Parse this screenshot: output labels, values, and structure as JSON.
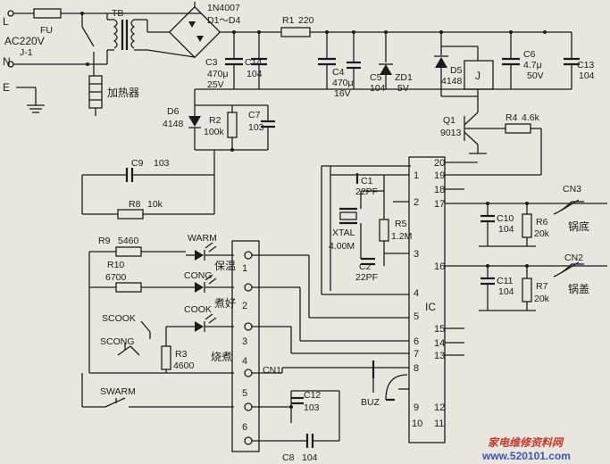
{
  "mains": {
    "L": "L",
    "N": "N",
    "E": "E",
    "ac": "AC220V",
    "fuse": "FU",
    "relay": "J-1"
  },
  "tb": "TB",
  "heater": "加热器",
  "bridge": {
    "diodes": "1N4007",
    "range": "D1～D4"
  },
  "r1": {
    "ref": "R1",
    "val": "220"
  },
  "c3": {
    "ref": "C3",
    "val1": "470μ",
    "val2": "25V"
  },
  "c14": {
    "ref": "C14",
    "val": "104"
  },
  "c4": {
    "ref": "C4",
    "val1": "470μ",
    "val2": "16V"
  },
  "c5": {
    "ref": "C5",
    "val": "104"
  },
  "zd1": {
    "ref": "ZD1",
    "val": "5V"
  },
  "d5": {
    "ref": "D5",
    "val": "4148"
  },
  "relay_coil": "J",
  "c6": {
    "ref": "C6",
    "val1": "4.7μ",
    "val2": "50V"
  },
  "c13": {
    "ref": "C13",
    "val": "104"
  },
  "d6": {
    "ref": "D6",
    "val": "4148"
  },
  "r2": {
    "ref": "R2",
    "val": "100k"
  },
  "c7": {
    "ref": "C7",
    "val": "103"
  },
  "q1": {
    "ref": "Q1",
    "val": "9013"
  },
  "r4": {
    "ref": "R4",
    "val": "4.6k"
  },
  "c9": {
    "ref": "C9",
    "val": "103"
  },
  "r8": {
    "ref": "R8",
    "val": "10k"
  },
  "r9": {
    "ref": "R9",
    "val": "5460"
  },
  "r10": {
    "ref": "R10",
    "val": "6700"
  },
  "r3": {
    "ref": "R3",
    "val": "4600"
  },
  "leds": {
    "warm": "WARM",
    "cong": "CONG",
    "cook": "COOK"
  },
  "modes": {
    "keep_warm": "保温",
    "cook_done": "煮好",
    "cooking": "烧煮"
  },
  "switches": {
    "scook": "SCOOK",
    "scong": "SCONG",
    "swarm": "SWARM"
  },
  "c1": {
    "ref": "C1",
    "val": "22PF"
  },
  "c2": {
    "ref": "C2",
    "val": "22PF"
  },
  "xtal": {
    "ref": "XTAL",
    "val": "4.00M"
  },
  "r5": {
    "ref": "R5",
    "val": "1.2M"
  },
  "c10": {
    "ref": "C10",
    "val": "104"
  },
  "c11": {
    "ref": "C11",
    "val": "104"
  },
  "r6": {
    "ref": "R6",
    "val": "20k"
  },
  "r7": {
    "ref": "R7",
    "val": "20k"
  },
  "cn3": {
    "ref": "CN3",
    "label": "锅底"
  },
  "cn2": {
    "ref": "CN2",
    "label": "锅盖"
  },
  "cn1": {
    "ref": "CN1",
    "pins": [
      "1",
      "2",
      "3",
      "4",
      "5",
      "6"
    ]
  },
  "c12": {
    "ref": "C12",
    "val": "103"
  },
  "c8": {
    "ref": "C8",
    "val": "104"
  },
  "buz": "BUZ",
  "ic": {
    "ref": "IC",
    "left_pins": [
      "1",
      "2",
      "3",
      "4",
      "5",
      "6",
      "7",
      "8",
      "9",
      "10"
    ],
    "right_pins": [
      "20",
      "19",
      "18",
      "17",
      "16",
      "15",
      "14",
      "13",
      "12",
      "11"
    ]
  },
  "watermark": {
    "cn": "家电维修资料网",
    "url": "www.520101.com"
  }
}
